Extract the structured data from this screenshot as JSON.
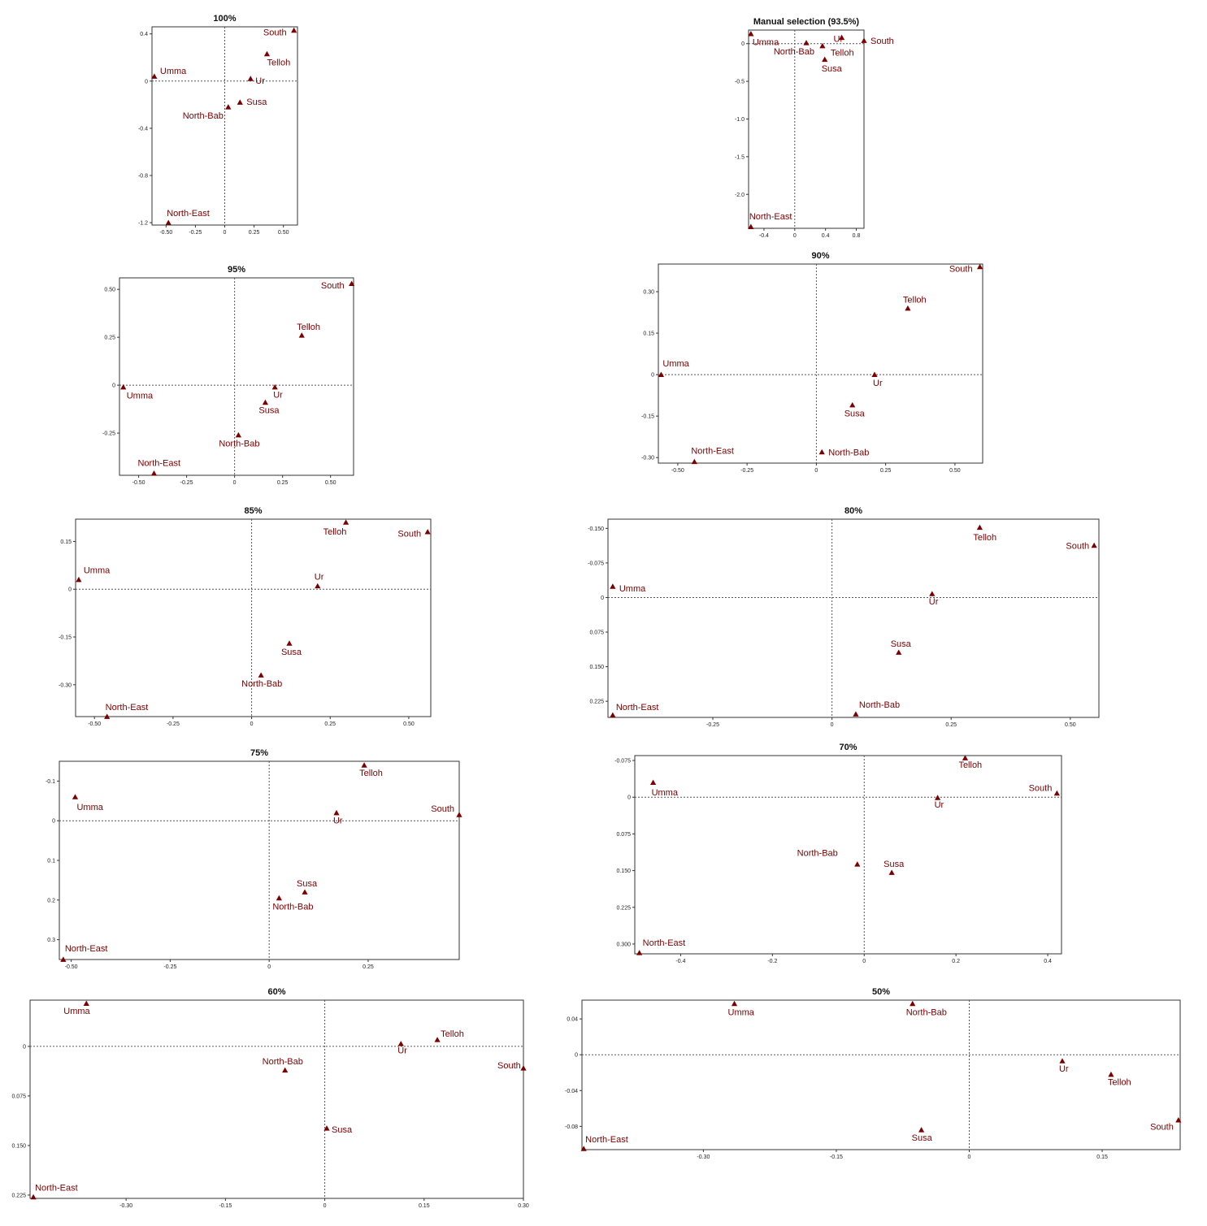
{
  "marker_color": "#7a0000",
  "chart_data": [
    {
      "type": "scatter",
      "title": "100%",
      "xlim": [
        -0.62,
        0.62
      ],
      "ylim": [
        -1.22,
        0.46
      ],
      "xticks": [
        -0.5,
        -0.25,
        0,
        0.25,
        0.5
      ],
      "xtick_labels": [
        "-0.50",
        "-0.25",
        "0",
        "0.25",
        "0.50"
      ],
      "yticks": [
        0.4,
        0,
        -0.4,
        -0.8,
        -1.2
      ],
      "ytick_labels": [
        "0.4",
        "0",
        "-0.4",
        "-0.8",
        "-1.2"
      ],
      "points": [
        {
          "name": "South",
          "x": 0.59,
          "y": 0.43
        },
        {
          "name": "Telloh",
          "x": 0.36,
          "y": 0.23
        },
        {
          "name": "Umma",
          "x": -0.6,
          "y": 0.04
        },
        {
          "name": "Ur",
          "x": 0.22,
          "y": 0.02
        },
        {
          "name": "Susa",
          "x": 0.13,
          "y": -0.18
        },
        {
          "name": "North-Bab",
          "x": 0.03,
          "y": -0.22
        },
        {
          "name": "North-East",
          "x": -0.48,
          "y": -1.2
        }
      ]
    },
    {
      "type": "scatter",
      "title": "Manual selection (93.5%)",
      "xlim": [
        -0.6,
        0.9
      ],
      "ylim": [
        -2.45,
        0.18
      ],
      "xticks": [
        -0.4,
        0,
        0.4,
        0.8
      ],
      "xtick_labels": [
        "-0.4",
        "0",
        "0.4",
        "0.8"
      ],
      "yticks": [
        0,
        -0.5,
        -1.0,
        -1.5,
        -2.0
      ],
      "ytick_labels": [
        "0",
        "-0.5",
        "-1.0",
        "-1.5",
        "-2.0"
      ],
      "points": [
        {
          "name": "Umma",
          "x": -0.57,
          "y": 0.13
        },
        {
          "name": "Ur",
          "x": 0.61,
          "y": 0.08
        },
        {
          "name": "North-Bab",
          "x": 0.15,
          "y": 0.01
        },
        {
          "name": "South",
          "x": 0.9,
          "y": 0.04
        },
        {
          "name": "Telloh",
          "x": 0.36,
          "y": -0.03
        },
        {
          "name": "Susa",
          "x": 0.39,
          "y": -0.21
        },
        {
          "name": "North-East",
          "x": -0.57,
          "y": -2.43
        }
      ]
    },
    {
      "type": "scatter",
      "title": "95%",
      "xlim": [
        -0.6,
        0.62
      ],
      "ylim": [
        -0.47,
        0.56
      ],
      "xticks": [
        -0.5,
        -0.25,
        0,
        0.25,
        0.5
      ],
      "xtick_labels": [
        "-0.50",
        "-0.25",
        "0",
        "0.25",
        "0.50"
      ],
      "yticks": [
        0.5,
        0.25,
        0,
        -0.25
      ],
      "ytick_labels": [
        "0.50",
        "0.25",
        "0",
        "-0.25"
      ],
      "points": [
        {
          "name": "South",
          "x": 0.61,
          "y": 0.53
        },
        {
          "name": "Telloh",
          "x": 0.35,
          "y": 0.26
        },
        {
          "name": "Umma",
          "x": -0.58,
          "y": -0.01
        },
        {
          "name": "Ur",
          "x": 0.21,
          "y": -0.01
        },
        {
          "name": "Susa",
          "x": 0.16,
          "y": -0.09
        },
        {
          "name": "North-Bab",
          "x": 0.02,
          "y": -0.26
        },
        {
          "name": "North-East",
          "x": -0.42,
          "y": -0.46
        }
      ]
    },
    {
      "type": "scatter",
      "title": "90%",
      "xlim": [
        -0.57,
        0.6
      ],
      "ylim": [
        -0.32,
        0.4
      ],
      "xticks": [
        -0.5,
        -0.25,
        0,
        0.25,
        0.5
      ],
      "xtick_labels": [
        "-0.50",
        "-0.25",
        "0",
        "0.25",
        "0.50"
      ],
      "yticks": [
        0.3,
        0.15,
        0,
        -0.15,
        -0.3
      ],
      "ytick_labels": [
        "0.30",
        "0.15",
        "0",
        "-0.15",
        "-0.30"
      ],
      "points": [
        {
          "name": "South",
          "x": 0.59,
          "y": 0.39
        },
        {
          "name": "Telloh",
          "x": 0.33,
          "y": 0.24
        },
        {
          "name": "Umma",
          "x": -0.56,
          "y": 0.0
        },
        {
          "name": "Ur",
          "x": 0.21,
          "y": 0.0
        },
        {
          "name": "Susa",
          "x": 0.13,
          "y": -0.11
        },
        {
          "name": "North-Bab",
          "x": 0.02,
          "y": -0.28
        },
        {
          "name": "North-East",
          "x": -0.44,
          "y": -0.315
        }
      ]
    },
    {
      "type": "scatter",
      "title": "85%",
      "xlim": [
        -0.56,
        0.57
      ],
      "ylim": [
        -0.4,
        0.22
      ],
      "xticks": [
        -0.5,
        -0.25,
        0,
        0.25,
        0.5
      ],
      "xtick_labels": [
        "-0.50",
        "-0.25",
        "0",
        "0.25",
        "0.50"
      ],
      "yticks": [
        0.15,
        0,
        -0.15,
        -0.3
      ],
      "ytick_labels": [
        "0.15",
        "0",
        "-0.15",
        "-0.30"
      ],
      "points": [
        {
          "name": "Telloh",
          "x": 0.3,
          "y": 0.21
        },
        {
          "name": "South",
          "x": 0.56,
          "y": 0.18
        },
        {
          "name": "Umma",
          "x": -0.55,
          "y": 0.03
        },
        {
          "name": "Ur",
          "x": 0.21,
          "y": 0.01
        },
        {
          "name": "Susa",
          "x": 0.12,
          "y": -0.17
        },
        {
          "name": "North-Bab",
          "x": 0.03,
          "y": -0.27
        },
        {
          "name": "North-East",
          "x": -0.46,
          "y": -0.4
        }
      ]
    },
    {
      "type": "scatter",
      "title": "80%",
      "xlim": [
        -0.47,
        0.56
      ],
      "ylim": [
        0.26,
        -0.17
      ],
      "xticks": [
        -0.25,
        0,
        0.25,
        0.5
      ],
      "xtick_labels": [
        "-0.25",
        "0",
        "0.25",
        "0.50"
      ],
      "yticks": [
        -0.15,
        -0.075,
        0,
        0.075,
        0.15,
        0.225
      ],
      "ytick_labels": [
        "-0.150",
        "-0.075",
        "0",
        "0.075",
        "0.150",
        "0.225"
      ],
      "points": [
        {
          "name": "Telloh",
          "x": 0.31,
          "y": -0.152
        },
        {
          "name": "South",
          "x": 0.55,
          "y": -0.113
        },
        {
          "name": "Umma",
          "x": -0.46,
          "y": -0.024
        },
        {
          "name": "Ur",
          "x": 0.21,
          "y": -0.008
        },
        {
          "name": "Susa",
          "x": 0.14,
          "y": 0.119
        },
        {
          "name": "North-Bab",
          "x": 0.05,
          "y": 0.253
        },
        {
          "name": "North-East",
          "x": -0.46,
          "y": 0.255
        }
      ]
    },
    {
      "type": "scatter",
      "title": "75%",
      "xlim": [
        -0.53,
        0.48
      ],
      "ylim": [
        0.35,
        -0.15
      ],
      "xticks": [
        -0.5,
        -0.25,
        0,
        0.25
      ],
      "xtick_labels": [
        "-0.50",
        "-0.25",
        "0",
        "0.25"
      ],
      "yticks": [
        -0.1,
        0,
        0.1,
        0.2,
        0.3
      ],
      "ytick_labels": [
        "-0.1",
        "0",
        "0.1",
        "0.2",
        "0.3"
      ],
      "points": [
        {
          "name": "Telloh",
          "x": 0.24,
          "y": -0.14
        },
        {
          "name": "Umma",
          "x": -0.49,
          "y": -0.06
        },
        {
          "name": "Ur",
          "x": 0.17,
          "y": -0.02
        },
        {
          "name": "South",
          "x": 0.48,
          "y": -0.015
        },
        {
          "name": "Susa",
          "x": 0.09,
          "y": 0.18
        },
        {
          "name": "North-Bab",
          "x": 0.025,
          "y": 0.195
        },
        {
          "name": "North-East",
          "x": -0.52,
          "y": 0.35
        }
      ]
    },
    {
      "type": "scatter",
      "title": "70%",
      "xlim": [
        -0.5,
        0.43
      ],
      "ylim": [
        0.32,
        -0.085
      ],
      "xticks": [
        -0.4,
        -0.2,
        0,
        0.2,
        0.4
      ],
      "xtick_labels": [
        "-0.4",
        "-0.2",
        "0",
        "0.2",
        "0.4"
      ],
      "yticks": [
        -0.075,
        0,
        0.075,
        0.15,
        0.225,
        0.3
      ],
      "ytick_labels": [
        "-0.075",
        "0",
        "0.075",
        "0.150",
        "0.225",
        "0.300"
      ],
      "points": [
        {
          "name": "Telloh",
          "x": 0.22,
          "y": -0.08
        },
        {
          "name": "Umma",
          "x": -0.46,
          "y": -0.03
        },
        {
          "name": "South",
          "x": 0.42,
          "y": -0.008
        },
        {
          "name": "Ur",
          "x": 0.16,
          "y": 0.001
        },
        {
          "name": "North-Bab",
          "x": -0.015,
          "y": 0.137
        },
        {
          "name": "Susa",
          "x": 0.06,
          "y": 0.154
        },
        {
          "name": "North-East",
          "x": -0.49,
          "y": 0.318
        }
      ]
    },
    {
      "type": "scatter",
      "title": "60%",
      "xlim": [
        -0.445,
        0.3
      ],
      "ylim": [
        0.23,
        -0.07
      ],
      "xticks": [
        -0.3,
        -0.15,
        0,
        0.15,
        0.3
      ],
      "xtick_labels": [
        "-0.30",
        "-0.15",
        "0",
        "0.15",
        "0.30"
      ],
      "yticks": [
        0,
        0.075,
        0.15,
        0.225
      ],
      "ytick_labels": [
        "0",
        "0.075",
        "0.150",
        "0.225"
      ],
      "points": [
        {
          "name": "Umma",
          "x": -0.36,
          "y": -0.065
        },
        {
          "name": "Telloh",
          "x": 0.17,
          "y": -0.01
        },
        {
          "name": "Ur",
          "x": 0.115,
          "y": -0.004
        },
        {
          "name": "South",
          "x": 0.3,
          "y": 0.033
        },
        {
          "name": "North-Bab",
          "x": -0.06,
          "y": 0.036
        },
        {
          "name": "Susa",
          "x": 0.003,
          "y": 0.124
        },
        {
          "name": "North-East",
          "x": -0.44,
          "y": 0.228
        }
      ]
    },
    {
      "type": "scatter",
      "title": "50%",
      "xlim": [
        -0.437,
        0.238
      ],
      "ylim": [
        -0.106,
        0.061
      ],
      "xticks": [
        -0.3,
        -0.15,
        0,
        0.15
      ],
      "xtick_labels": [
        "-0.30",
        "-0.15",
        "0",
        "0.15"
      ],
      "yticks": [
        0.04,
        0,
        -0.04,
        -0.08
      ],
      "ytick_labels": [
        "0.04",
        "0",
        "-0.04",
        "-0.08"
      ],
      "points": [
        {
          "name": "Umma",
          "x": -0.265,
          "y": 0.057
        },
        {
          "name": "North-Bab",
          "x": -0.064,
          "y": 0.057
        },
        {
          "name": "Ur",
          "x": 0.105,
          "y": -0.007
        },
        {
          "name": "Telloh",
          "x": 0.16,
          "y": -0.022
        },
        {
          "name": "Susa",
          "x": -0.054,
          "y": -0.084
        },
        {
          "name": "South",
          "x": 0.236,
          "y": -0.073
        },
        {
          "name": "North-East",
          "x": -0.435,
          "y": -0.105
        }
      ]
    }
  ]
}
